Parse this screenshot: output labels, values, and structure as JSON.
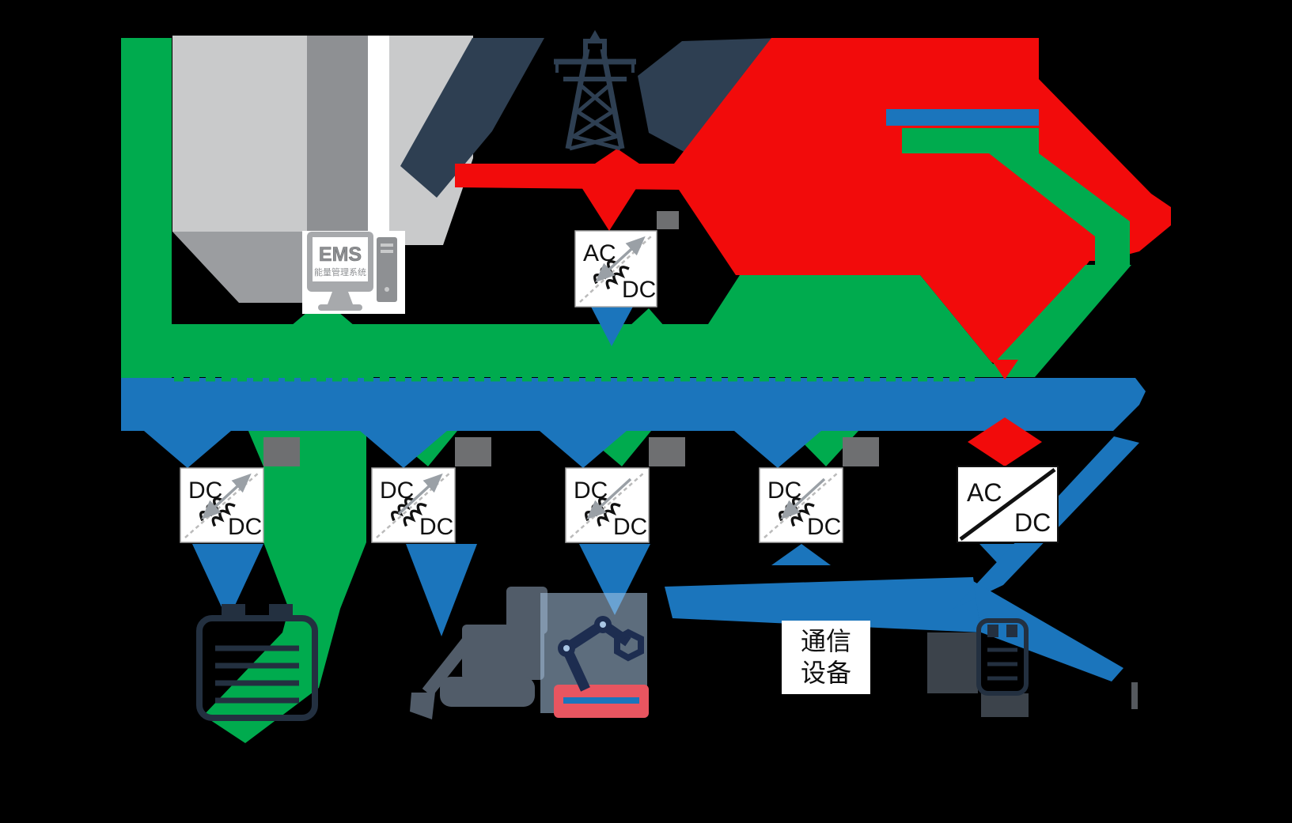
{
  "colors": {
    "ac_line": "#f20b0b",
    "dc_line": "#1b75bc",
    "comm_line": "#00ab4e",
    "icon_navy": "#2a3a4d",
    "shadow_gray": "#6e6f71",
    "panel_light": "#c9cacb",
    "panel_mid": "#909295"
  },
  "ems": {
    "label": "EMS",
    "sublabel": "能量管理系统"
  },
  "grid_rectifier": {
    "top_label": "AC",
    "bottom_label": "DC"
  },
  "converters": [
    {
      "top_label": "DC",
      "bottom_label": "DC"
    },
    {
      "top_label": "DC",
      "bottom_label": "DC"
    },
    {
      "top_label": "DC",
      "bottom_label": "DC"
    },
    {
      "top_label": "DC",
      "bottom_label": "DC"
    }
  ],
  "inverter": {
    "top_label": "AC",
    "bottom_label": "DC"
  },
  "comm_device": {
    "line1": "通信",
    "line2": "设备"
  }
}
